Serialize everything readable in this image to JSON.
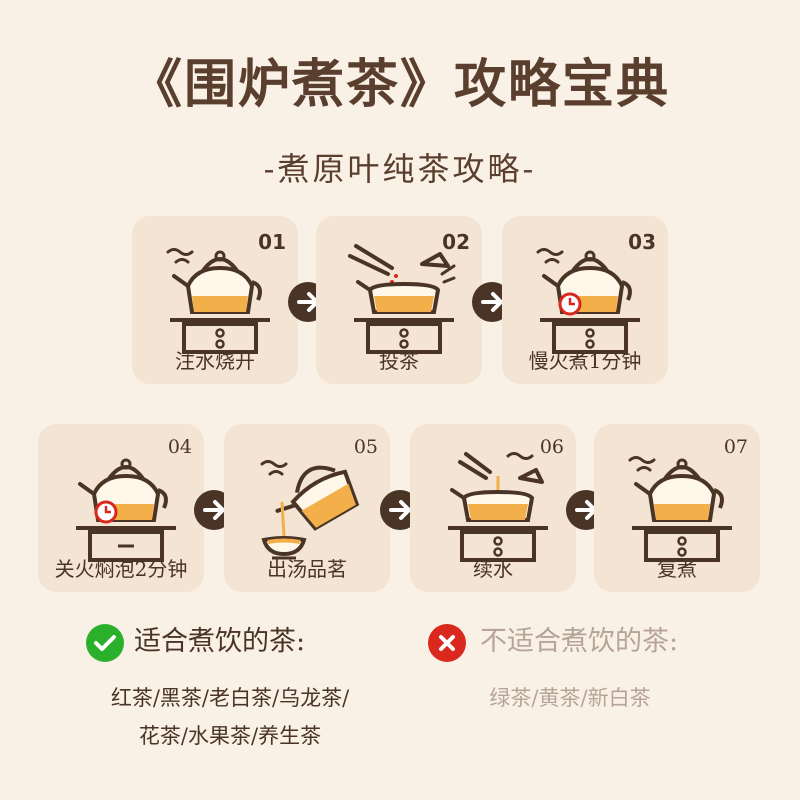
{
  "title": "《围炉煮茶》攻略宝典",
  "subtitle": "-煮原叶纯茶攻略-",
  "steps": [
    {
      "num": "01",
      "label": "注水烧开",
      "icon": "kettle-on-stove-icon"
    },
    {
      "num": "02",
      "label": "投茶",
      "icon": "add-tea-icon"
    },
    {
      "num": "03",
      "label": "慢火煮1分钟",
      "icon": "kettle-timer-icon"
    },
    {
      "num": "04",
      "label": "关火焖泡2分钟",
      "icon": "kettle-timer-off-icon"
    },
    {
      "num": "05",
      "label": "出汤品茗",
      "icon": "pour-tea-icon"
    },
    {
      "num": "06",
      "label": "续水",
      "icon": "refill-water-icon"
    },
    {
      "num": "07",
      "label": "复煮",
      "icon": "reboil-kettle-icon"
    }
  ],
  "suitable": {
    "heading": "适合煮饮的茶:",
    "line1": "红茶/黑茶/老白茶/乌龙茶/",
    "line2": "花茶/水果茶/养生茶",
    "color": "#2bb02b"
  },
  "unsuitable": {
    "heading": "不适合煮饮的茶:",
    "line1": "绿茶/黄茶/新白茶",
    "color": "#d9281d"
  },
  "colors": {
    "background": "#faf1e6",
    "card": "#f3e4d3",
    "brown": "#4a3426",
    "tea": "#f3b04a"
  }
}
